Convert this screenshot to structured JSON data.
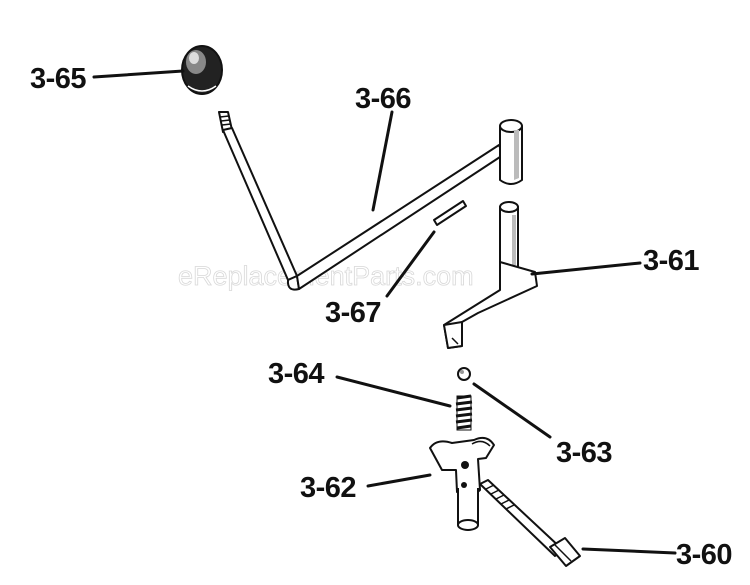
{
  "watermark": "eReplacementParts.com",
  "labels": {
    "p3_65": "3-65",
    "p3_66": "3-66",
    "p3_67": "3-67",
    "p3_61": "3-61",
    "p3_64": "3-64",
    "p3_63": "3-63",
    "p3_62": "3-62",
    "p3_60": "3-60"
  }
}
